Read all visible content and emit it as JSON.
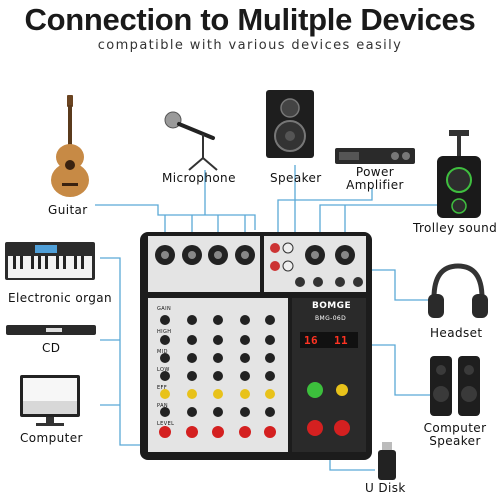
{
  "header": {
    "title": "Connection to Mulitple Devices",
    "subtitle": "compatible with various devices easily"
  },
  "devices": {
    "guitar": "Guitar",
    "microphone": "Microphone",
    "speaker": "Speaker",
    "power_amplifier": "Power\nAmplifier",
    "trolley_sound": "Trolley sound",
    "electronic_organ": "Electronic organ",
    "cd": "CD",
    "computer": "Computer",
    "headset": "Headset",
    "computer_speaker": "Computer\nSpeaker",
    "u_disk": "U Disk"
  },
  "mixer": {
    "brand": "BOMGE",
    "model": "BMG-06D",
    "display_left": "16",
    "display_right": "11",
    "channel_knob_labels": [
      "GAIN",
      "HIGH",
      "MID",
      "LOW",
      "EFF",
      "PAN",
      "LEVEL"
    ]
  },
  "colors": {
    "connector_line": "#5aa9d6",
    "mixer_body": "#1c1c1c",
    "mixer_panel": "#e4e4e4",
    "display_red": "#ff3322"
  }
}
